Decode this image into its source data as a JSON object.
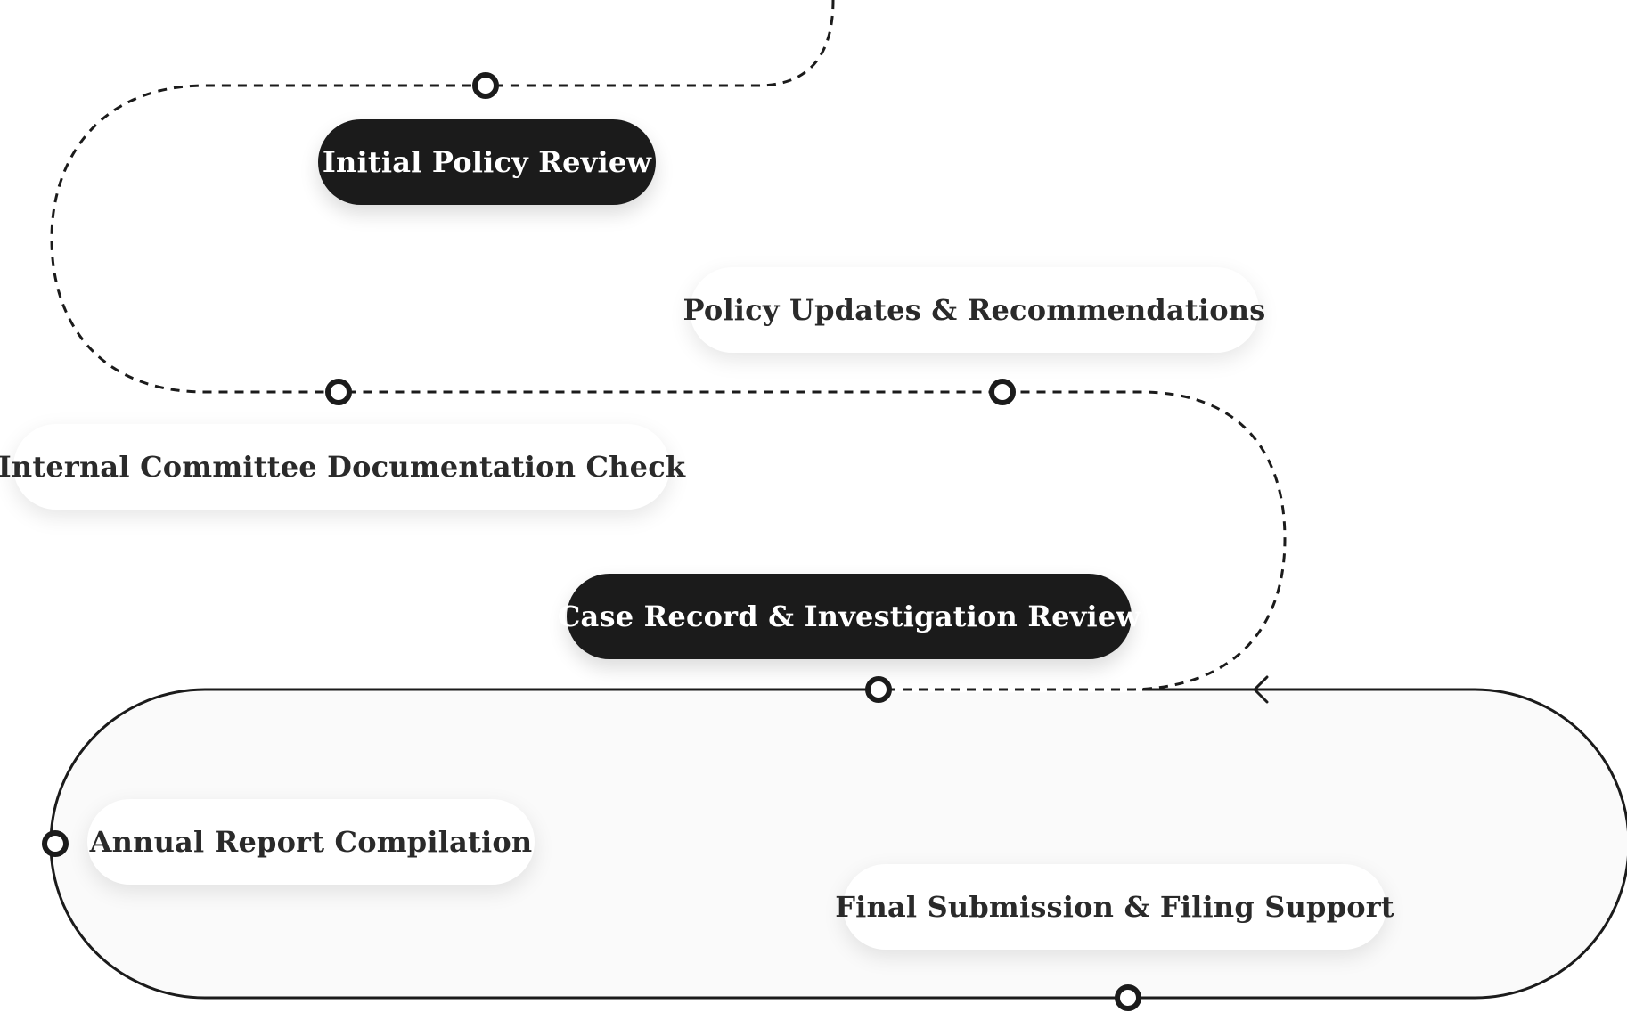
{
  "steps": [
    {
      "id": "s1",
      "label": "Initial Policy Review",
      "style": "dark"
    },
    {
      "id": "s2",
      "label": "Policy Updates & Recommendations",
      "style": "light"
    },
    {
      "id": "s3",
      "label": "Internal Committee Documentation Check",
      "style": "light"
    },
    {
      "id": "s4",
      "label": "Case Record & Investigation Review",
      "style": "dark"
    },
    {
      "id": "s5",
      "label": "Annual Report Compilation",
      "style": "light"
    },
    {
      "id": "s6",
      "label": "Final Submission & Filing Support",
      "style": "light"
    }
  ],
  "colors": {
    "line": "#1b1b1b",
    "dark_pill": "#1b1b1b",
    "light_pill": "#ffffff",
    "loop_fill": "#fafafa"
  },
  "icons": {
    "node": "ring-node-icon",
    "arrow": "arrowhead-left-icon"
  }
}
